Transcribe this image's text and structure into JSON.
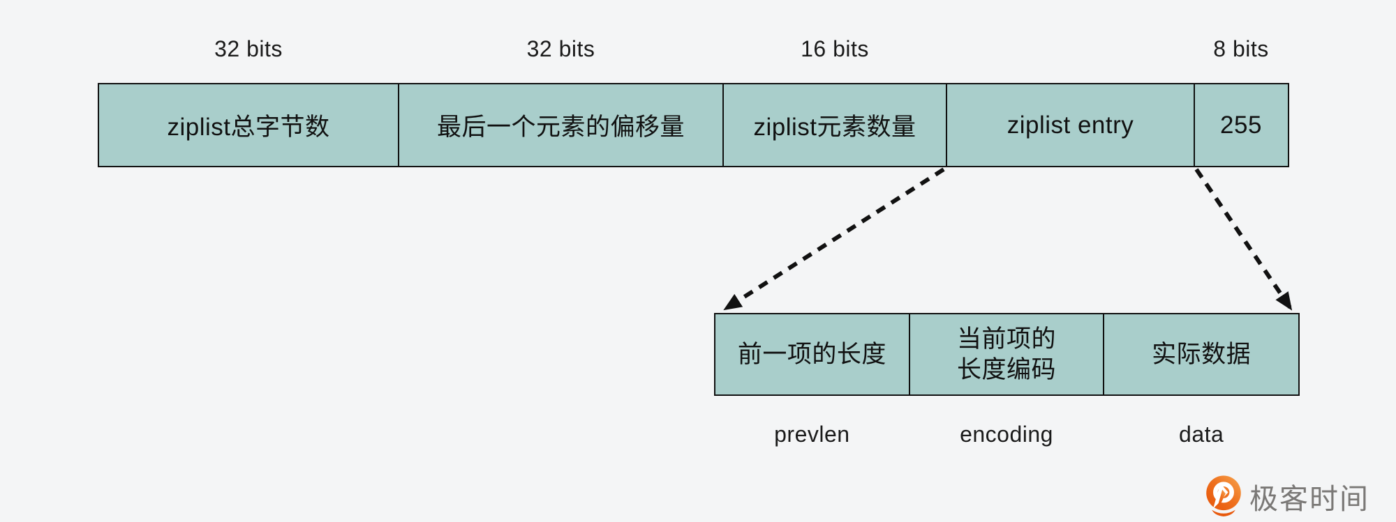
{
  "colors": {
    "background": "#f4f5f6",
    "cell_fill": "#a9cecb",
    "border": "#101010",
    "arrow": "#111111",
    "logo_orange": "#ed6a1c",
    "logo_text_gray": "#7a7876"
  },
  "ziplist_layout": {
    "cells": [
      {
        "bits": "32 bits",
        "label": "ziplist总字节数"
      },
      {
        "bits": "32 bits",
        "label": "最后一个元素的偏移量"
      },
      {
        "bits": "16 bits",
        "label": "ziplist元素数量"
      },
      {
        "label": "ziplist entry"
      },
      {
        "bits": "8 bits",
        "label": "255"
      }
    ]
  },
  "entry_detail": {
    "cells": [
      {
        "label": "前一项的长度",
        "sublabel": "prevlen"
      },
      {
        "label": "当前项的",
        "label2": "长度编码",
        "sublabel": "encoding"
      },
      {
        "label": "实际数据",
        "sublabel": "data"
      }
    ]
  },
  "logo": {
    "text": "极客时间"
  }
}
